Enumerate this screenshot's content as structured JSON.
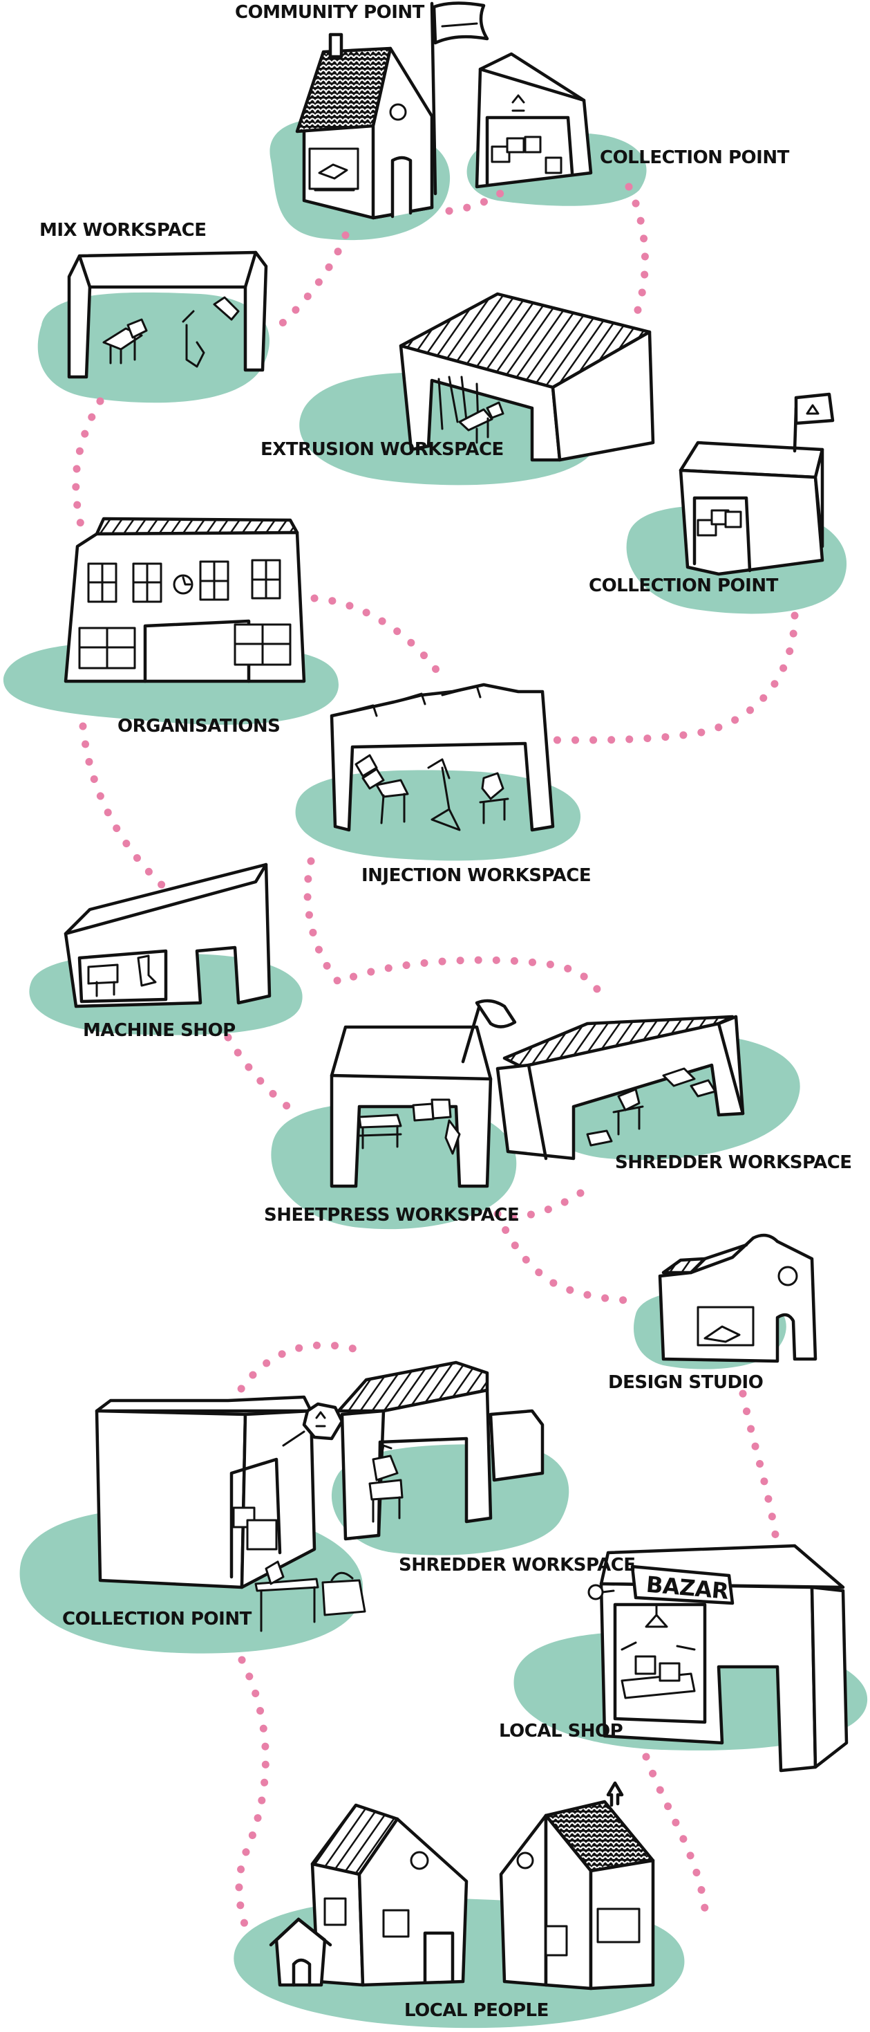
{
  "colors": {
    "blob": "#97cfbd",
    "path_dots": "#e880a8",
    "ink": "#111111",
    "background": "#ffffff"
  },
  "labels": {
    "community_point": "COMMUNITY POINT",
    "collection_point_top": "COLLECTION POINT",
    "mix_workspace": "MIX WORKSPACE",
    "extrusion_workspace": "EXTRUSION WORKSPACE",
    "collection_point_right": "COLLECTION POINT",
    "organisations": "ORGANISATIONS",
    "injection_workspace": "INJECTION WORKSPACE",
    "machine_shop": "MACHINE SHOP",
    "shredder_workspace_upper": "SHREDDER WORKSPACE",
    "sheetpress_workspace": "SHEETPRESS WORKSPACE",
    "design_studio": "DESIGN STUDIO",
    "shredder_workspace_lower": "SHREDDER WORKSPACE",
    "collection_point_bottom": "COLLECTION POINT",
    "local_shop": "LOCAL SHOP",
    "local_people": "LOCAL PEOPLE",
    "bazar_sign": "BAZAR"
  },
  "icons": [
    "flag-icon",
    "recycle-icon"
  ]
}
